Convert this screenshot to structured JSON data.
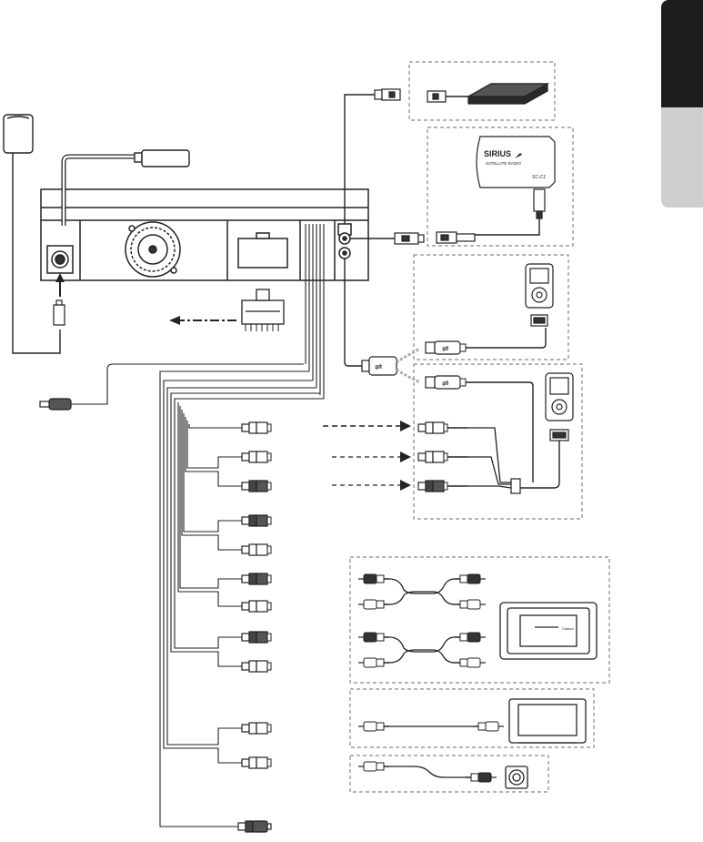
{
  "tabs": {
    "upper": {
      "color": "#1e1e1e"
    },
    "lower": {
      "color": "#cfcfcf"
    }
  },
  "sirius_module": {
    "brand": "SIRIUS",
    "subtitle": "SATELLITE RADIO",
    "model": "SC-C1"
  },
  "amplifier": {
    "brand": "Clarion"
  },
  "colors": {
    "line": "#222222",
    "dashed_border": "#888888",
    "device_dark": "#2a2a2a",
    "plug_gray": "#9a9a9a"
  },
  "icons": [
    "gps-antenna-icon",
    "usb-icon",
    "ipod-icon",
    "rca-plug-icon",
    "speaker-connector-icon"
  ]
}
